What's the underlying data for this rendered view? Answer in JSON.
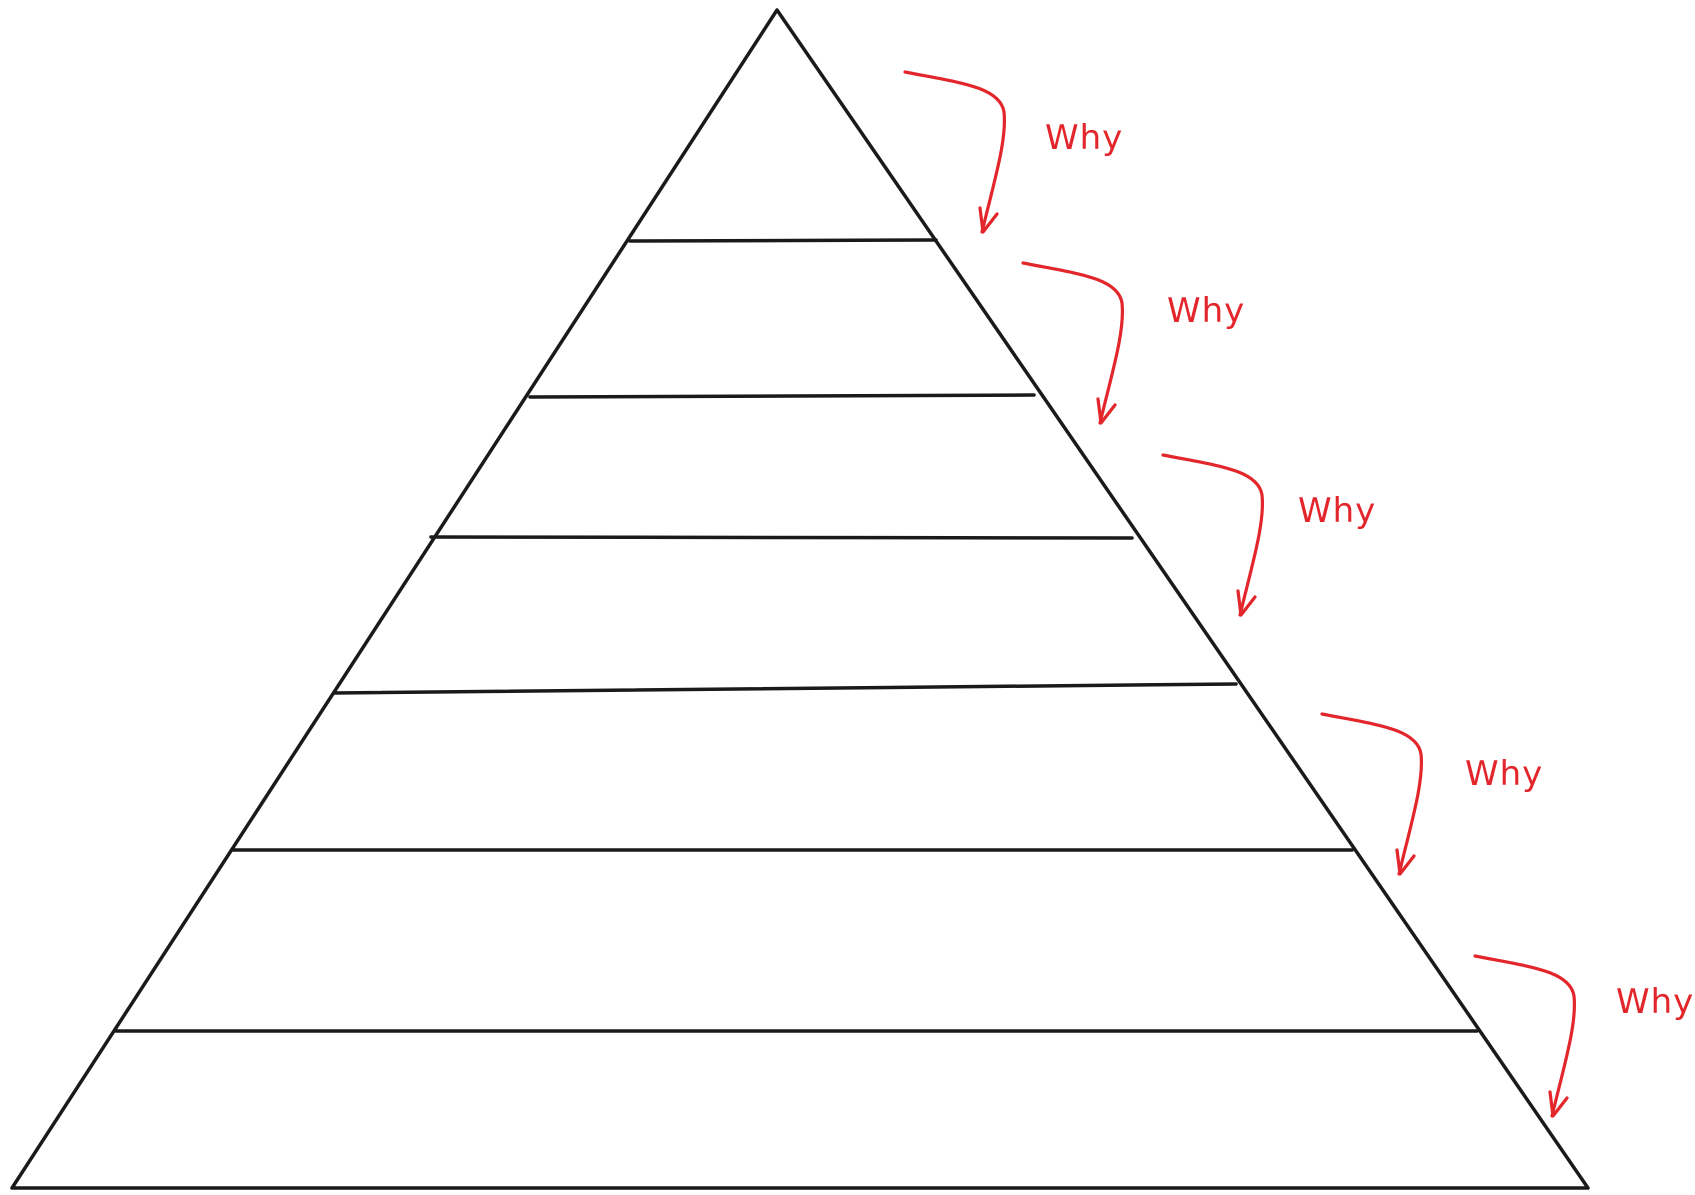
{
  "diagram": {
    "levels": 7,
    "annotations": [
      {
        "label": "Why"
      },
      {
        "label": "Why"
      },
      {
        "label": "Why"
      },
      {
        "label": "Why"
      },
      {
        "label": "Why"
      }
    ]
  },
  "colors": {
    "outline": "#1a1a1a",
    "annotation": "#e3262b",
    "background": "#ffffff"
  }
}
